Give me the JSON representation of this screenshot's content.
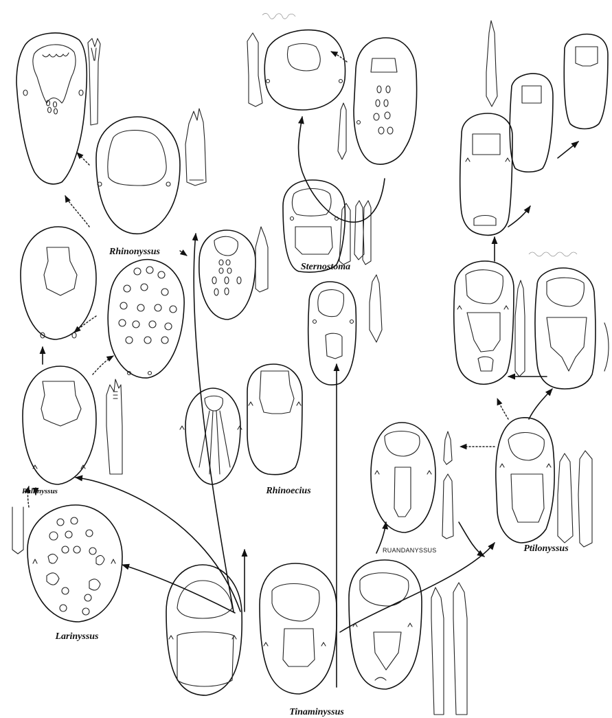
{
  "labels": {
    "rhinonyssus": "Rhinonyssus",
    "rallinyssus": "Rallinyssus",
    "larinyssus": "Larinyssus",
    "rhinoecius": "Rhinoecius",
    "sternostoma": "Sternostoma",
    "ruandanyssus": "RUANDANYSSUS",
    "ptilonyssus": "Ptilonyssus",
    "tinaminyssus": "Tinaminyssus"
  }
}
